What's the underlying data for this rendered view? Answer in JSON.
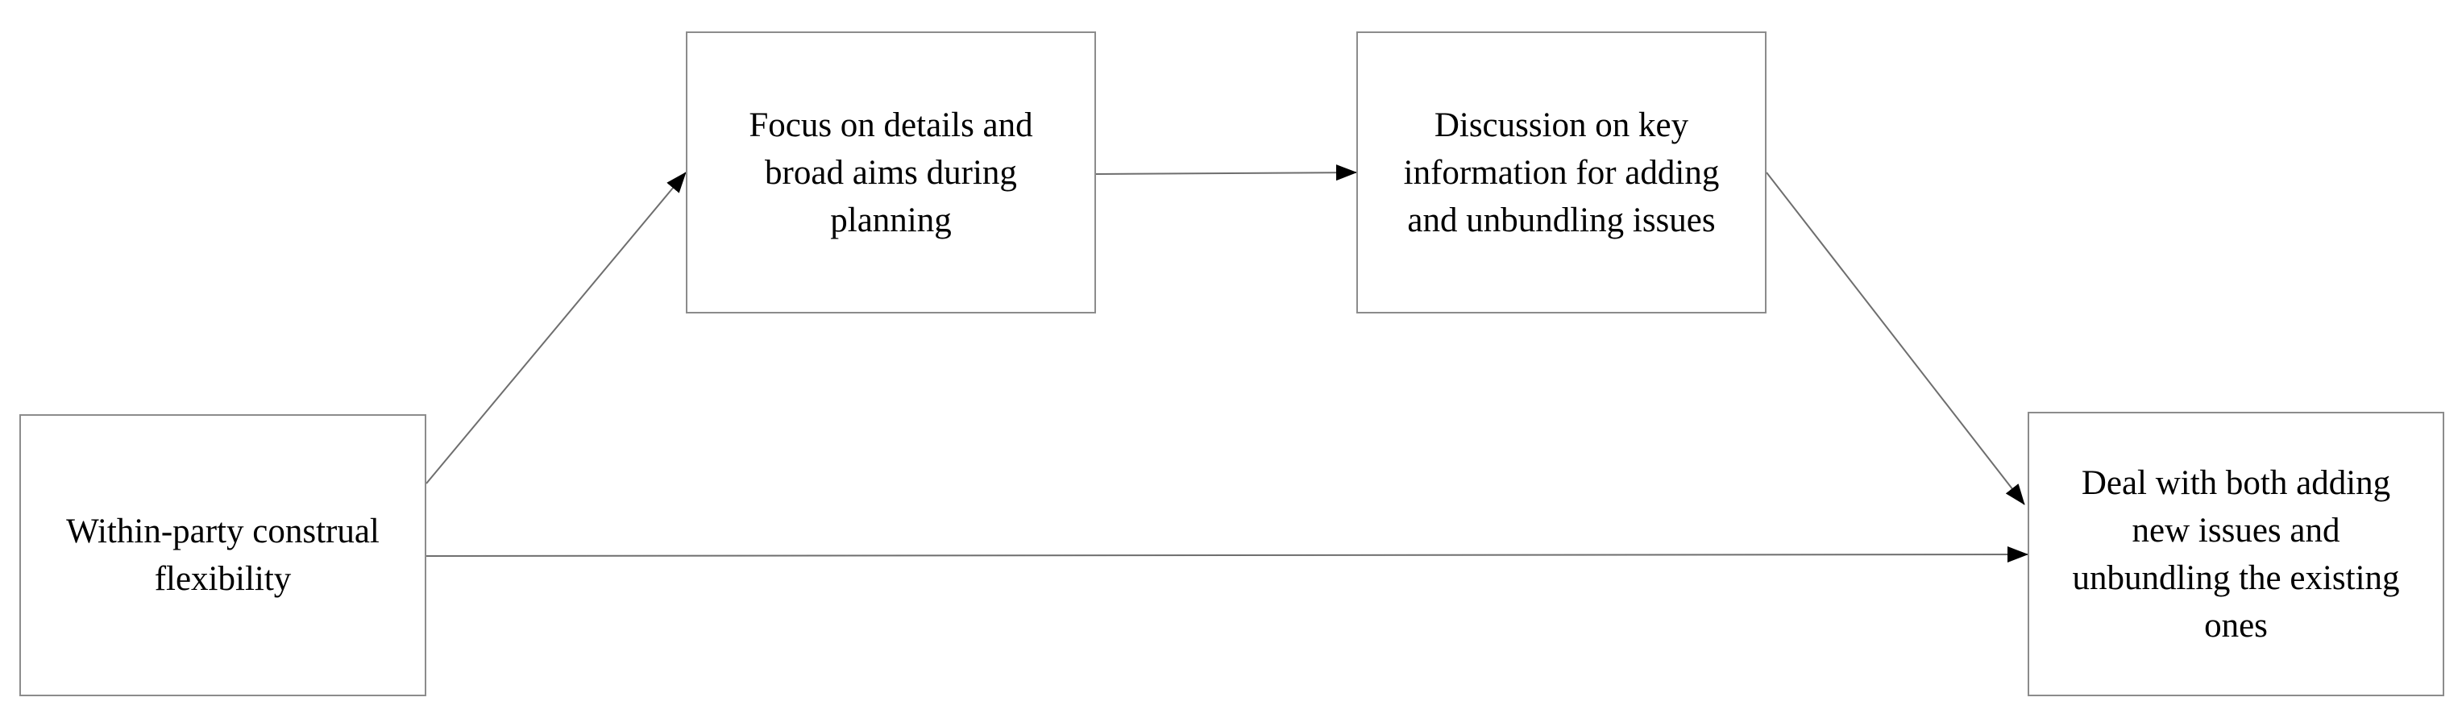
{
  "nodes": {
    "within_party": {
      "label": "Within-party construal flexibility"
    },
    "focus_details": {
      "label": "Focus on details and broad aims during planning"
    },
    "discussion": {
      "label": "Discussion on key information for adding and unbundling issues"
    },
    "deal": {
      "label": "Deal with both adding new issues and unbundling the existing ones"
    }
  },
  "edges": [
    {
      "from": "within_party",
      "to": "focus_details"
    },
    {
      "from": "focus_details",
      "to": "discussion"
    },
    {
      "from": "discussion",
      "to": "deal"
    },
    {
      "from": "within_party",
      "to": "deal"
    }
  ],
  "colors": {
    "box_border": "#8c8c8c",
    "arrow": "#6e6e6e",
    "arrowhead": "#000000",
    "text": "#000000",
    "background": "#ffffff"
  }
}
